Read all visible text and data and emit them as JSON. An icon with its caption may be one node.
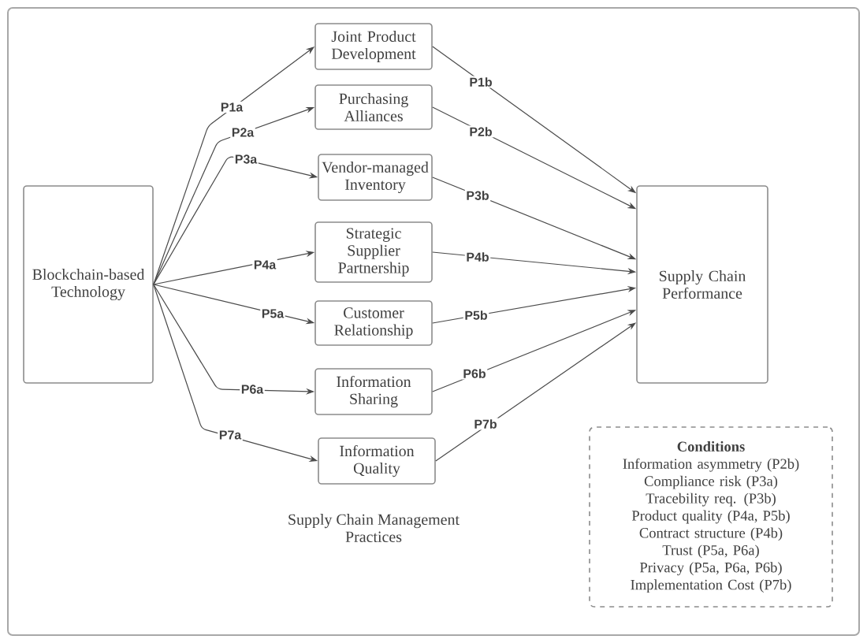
{
  "diagram": {
    "nodes": [
      {
        "text": [
          "Blockchain-based Technology"
        ]
      },
      {
        "text": [
          "Joint Product Development"
        ]
      },
      {
        "text": [
          "Purchasing Alliances"
        ]
      },
      {
        "text": [
          "Vendor-managed Inventory"
        ]
      },
      {
        "text": [
          "Strategic Supplier Partnership"
        ]
      },
      {
        "text": [
          "Customer Relationship"
        ]
      },
      {
        "text": [
          "Information Sharing"
        ]
      },
      {
        "text": [
          "Information Quality"
        ]
      },
      {
        "text": [
          "Supply Chain Performance"
        ]
      },
      {
        "text": [
          "Conditions",
          "Information asymmetry (P2b)",
          "Compliance risk (P3a)",
          "Tracebility req. (P3b)",
          "Product quality (P4a, P5b)",
          "Contract structure (P4b)",
          "Trust (P5a, P6a)",
          "Privacy (P5a, P6a, P6b)",
          "Implementation Cost (P7b)"
        ]
      }
    ],
    "edges": [
      {
        "from": 0,
        "to": 1,
        "arrow": "to",
        "label": "P1a"
      },
      {
        "from": 0,
        "to": 2,
        "arrow": "to",
        "label": "P2a"
      },
      {
        "from": 0,
        "to": 3,
        "arrow": "to",
        "label": "P3a"
      },
      {
        "from": 0,
        "to": 4,
        "arrow": "to",
        "label": "P4a"
      },
      {
        "from": 0,
        "to": 5,
        "arrow": "to",
        "label": "P5a"
      },
      {
        "from": 0,
        "to": 6,
        "arrow": "to",
        "label": "P6a"
      },
      {
        "from": 0,
        "to": 7,
        "arrow": "to",
        "label": "P7a"
      },
      {
        "from": 1,
        "to": 8,
        "arrow": "to",
        "label": "P1b"
      },
      {
        "from": 2,
        "to": 8,
        "arrow": "to",
        "label": "P2b"
      },
      {
        "from": 3,
        "to": 8,
        "arrow": "to",
        "label": "P3b"
      },
      {
        "from": 4,
        "to": 8,
        "arrow": "to",
        "label": "P4b"
      },
      {
        "from": 5,
        "to": 8,
        "arrow": "to",
        "label": "P5b"
      },
      {
        "from": 6,
        "to": 8,
        "arrow": "to",
        "label": "P6b"
      },
      {
        "from": 7,
        "to": 8,
        "arrow": "to",
        "label": "P7b"
      }
    ],
    "labels": [
      "Supply Chain Management Practices"
    ]
  }
}
